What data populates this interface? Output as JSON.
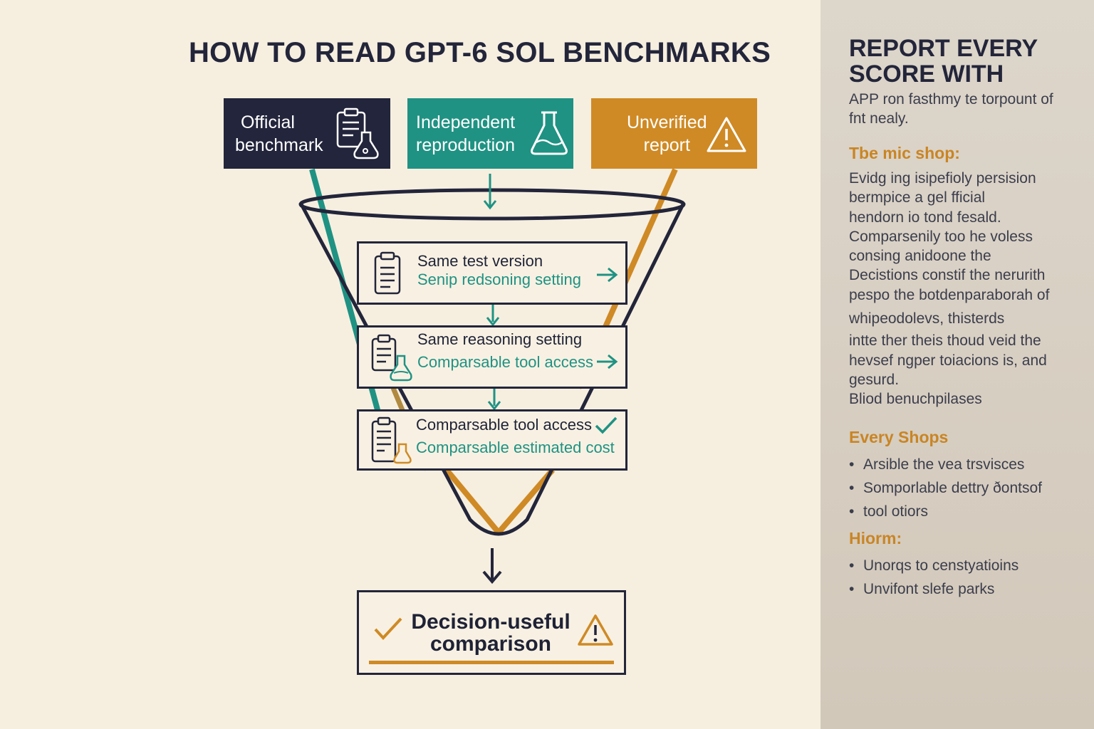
{
  "title": "HOW TO READ GPT-6 SOL BENCHMARKS",
  "sources": [
    {
      "label_line1": "Official",
      "label_line2": "benchmark",
      "icon": "clipboard-flask-icon",
      "color": "#22253b"
    },
    {
      "label_line1": "Independent",
      "label_line2": "reproduction",
      "icon": "flask-icon",
      "color": "#1f9283"
    },
    {
      "label_line1": "Unverified",
      "label_line2": "report",
      "icon": "warning-icon",
      "color": "#cf8a25"
    }
  ],
  "steps": [
    {
      "line1": "Same test version",
      "line2": "Senip redsoning setting",
      "icon": "clipboard-icon",
      "end_icon": "arrow-right-icon"
    },
    {
      "line1": "Same reasoning setting",
      "line2": "Comparsable tool access",
      "icon": "clipboard-flask-icon",
      "end_icon": "arrow-right-icon"
    },
    {
      "line1": "Comparsable tool access",
      "line2": "Comparsable estimated cost",
      "icon": "clipboard-flask-icon",
      "end_icon": "checkmark-icon"
    }
  ],
  "result": {
    "line1": "Decision-useful",
    "line2": "comparison",
    "left_icon": "checkmark-icon",
    "right_icon": "warning-icon"
  },
  "sidebar": {
    "heading": "REPORT EVERY SCORE WITH",
    "subtext": "APP ron fasthmy te torpount of fnt nealy.",
    "section1_title": "Tbe mic shop:",
    "section1_lines": [
      "Evidg ing isipefioly persision",
      "bermpice a gel fficial",
      "hendorn io tond fesald.",
      "Comparsenily too he voless",
      "consing anidoone the",
      "Decistions constif the nerurith",
      "pespo the botdenparaborah of",
      "whipeodolevs, thisterds",
      "intte ther theis thoud veid the",
      "hevsef ngper toiacions is, and",
      "gesurd.",
      "Bliod benuchpilases"
    ],
    "section2_title": "Every Shops",
    "section2_items": [
      "Arsible the vea trsvisces",
      "Somporlable dettry ðontsof",
      "tool otiors"
    ],
    "section3_title": "Hiorm:",
    "section3_items": [
      "Unorqs to censtyatioins",
      "Unvifont slefe parks"
    ]
  },
  "colors": {
    "navy": "#22253b",
    "teal": "#1f9283",
    "amber": "#cf8a25",
    "background": "#f6efe0",
    "sidebar": "#d8d0c4"
  }
}
